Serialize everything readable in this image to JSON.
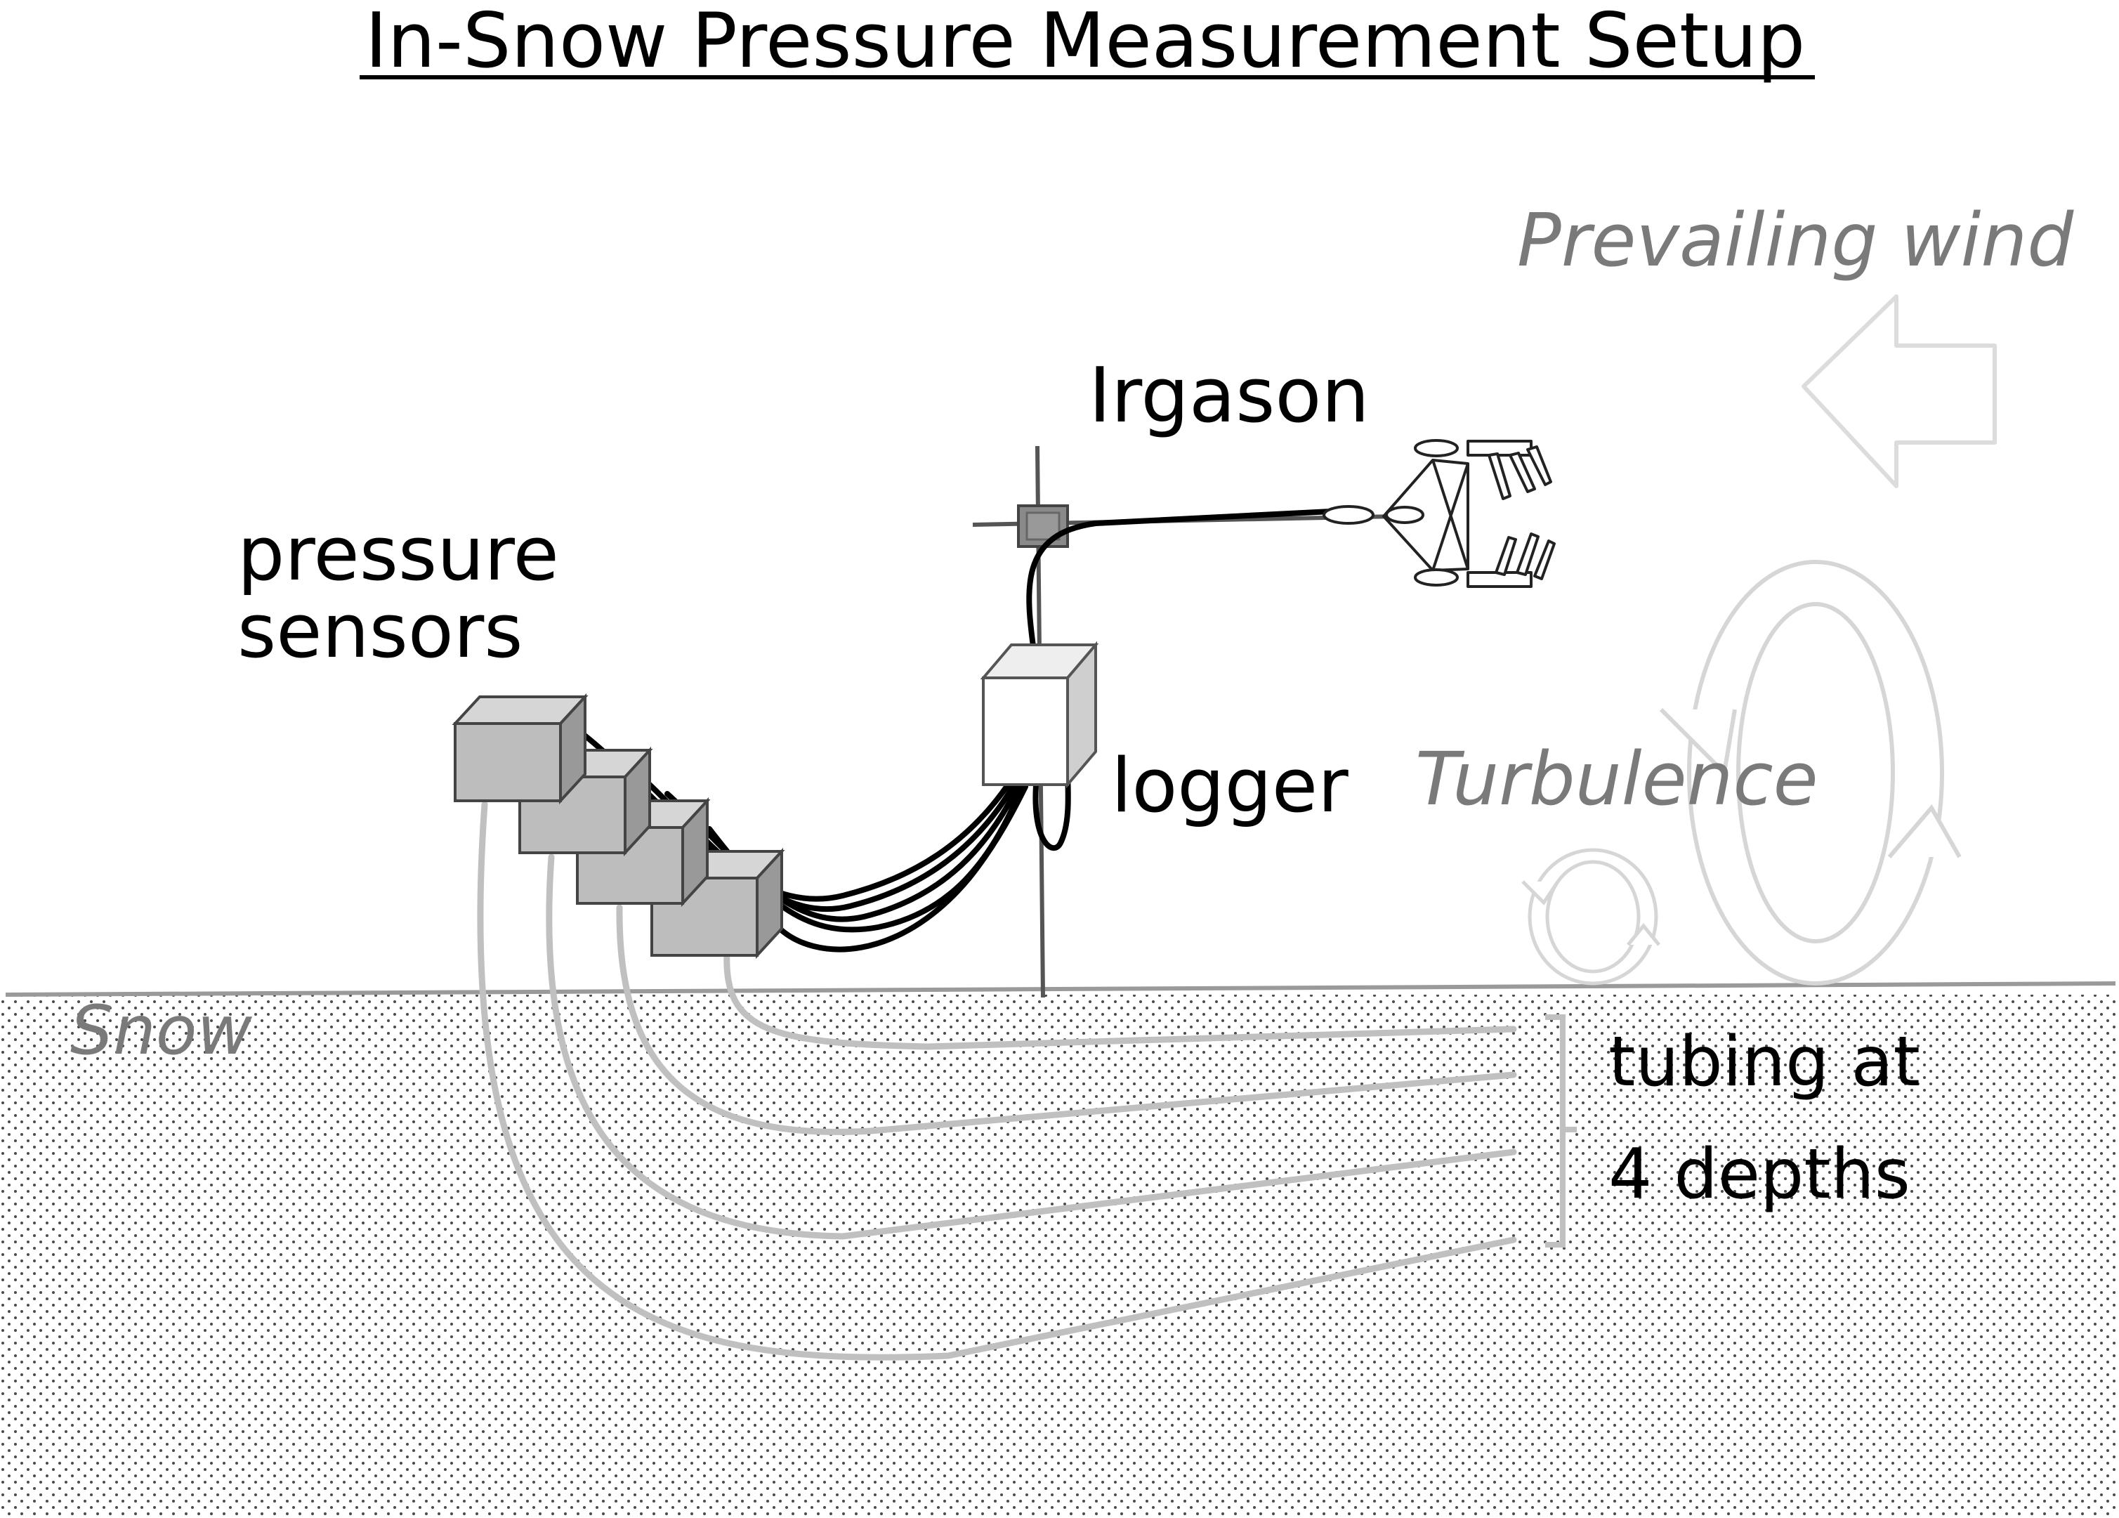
{
  "title": "In-Snow Pressure Measurement Setup",
  "labels": {
    "prevailing_wind": "Prevailing wind",
    "irgason": "Irgason",
    "pressure_sensors_line1": "pressure",
    "pressure_sensors_line2": "sensors",
    "logger": "logger",
    "turbulence": "Turbulence",
    "snow": "Snow",
    "tubing_line1": "tubing at",
    "tubing_line2": "4 depths"
  },
  "colors": {
    "snow_dots": "#4a4a4a",
    "sensor_box": "#bdbdbd",
    "tubing": "#c0c0c0",
    "cable": "#000000",
    "faint_label": "#7a7a7a",
    "wind_arrow": "#dcdcdc"
  }
}
